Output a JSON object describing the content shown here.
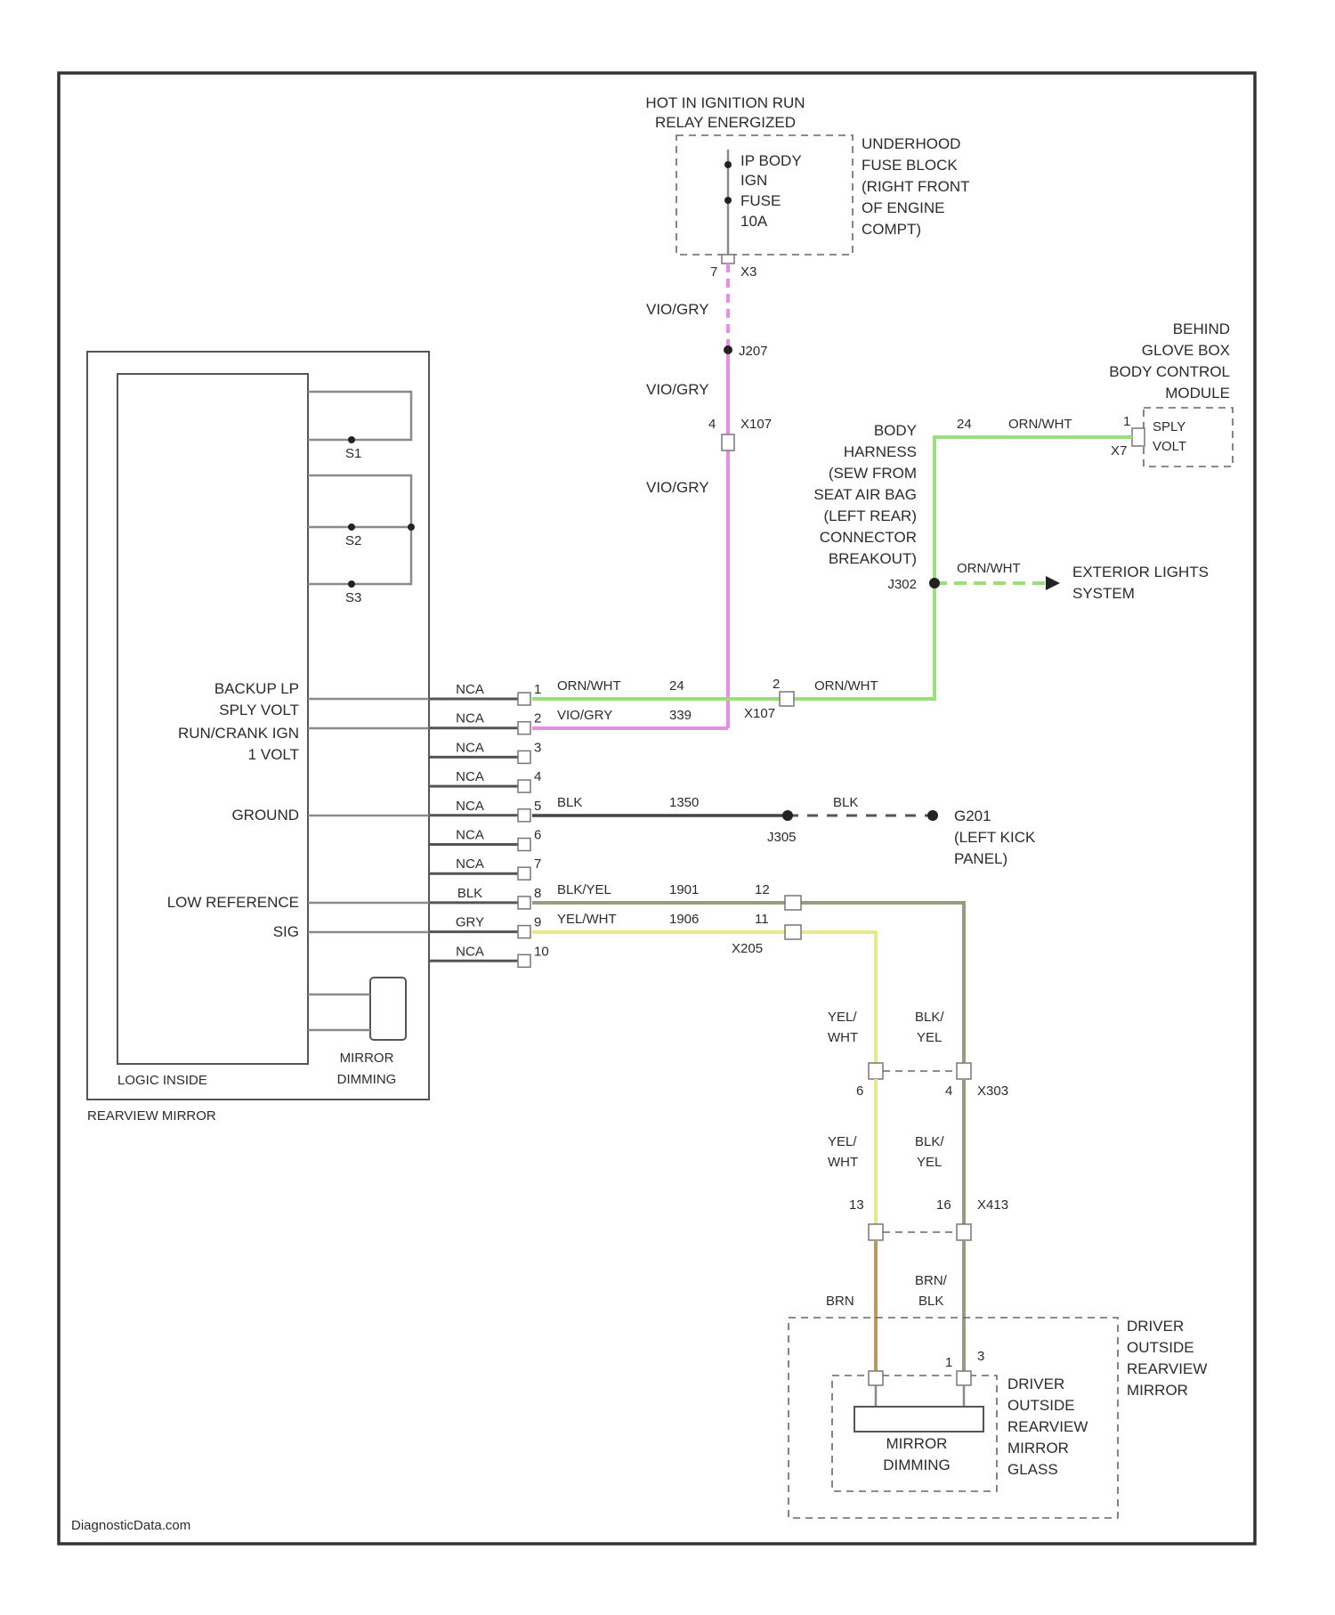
{
  "power": {
    "title_line1": "HOT IN IGNITION RUN",
    "title_line2": "RELAY ENERGIZED",
    "fuse_line1": "IP BODY",
    "fuse_line2": "IGN",
    "fuse_line3": "FUSE",
    "fuse_line4": "10A",
    "block_line1": "UNDERHOOD",
    "block_line2": "FUSE BLOCK",
    "block_line3": "(RIGHT FRONT",
    "block_line4": "OF ENGINE",
    "block_line5": "COMPT)",
    "pin": "7",
    "connector": "X3"
  },
  "pink_wire": {
    "color1": "VIO/GRY",
    "splice": "J207",
    "color2": "VIO/GRY",
    "pin": "4",
    "connector": "X107",
    "color3": "VIO/GRY"
  },
  "bcm": {
    "line1": "BEHIND",
    "line2": "GLOVE BOX",
    "line3": "BODY CONTROL",
    "line4": "MODULE",
    "pin_top": "1",
    "pin_label1": "SPLY",
    "pin_label2": "VOLT",
    "connector": "X7",
    "circuit": "24",
    "wire_color": "ORN/WHT"
  },
  "harness": {
    "line1": "BODY",
    "line2": "HARNESS",
    "line3": "(SEW FROM",
    "line4": "SEAT AIR BAG",
    "line5": "(LEFT REAR)",
    "line6": "CONNECTOR",
    "line7": "BREAKOUT)",
    "splice": "J302",
    "ext_wire": "ORN/WHT",
    "ext_line1": "EXTERIOR LIGHTS",
    "ext_line2": "SYSTEM"
  },
  "mirror": {
    "logic_label": "LOGIC INSIDE",
    "dimming_label1": "MIRROR",
    "dimming_label2": "DIMMING",
    "title": "REARVIEW MIRROR",
    "sw_labels": [
      "S1",
      "S2",
      "S3"
    ],
    "fn_backup1": "BACKUP LP",
    "fn_backup2": "SPLY VOLT",
    "fn_run1": "RUN/CRANK IGN",
    "fn_run2": "1 VOLT",
    "fn_ground": "GROUND",
    "fn_lowref": "LOW REFERENCE",
    "fn_sig": "SIG"
  },
  "pins": [
    {
      "label": "NCA",
      "num": "1"
    },
    {
      "label": "NCA",
      "num": "2"
    },
    {
      "label": "NCA",
      "num": "3"
    },
    {
      "label": "NCA",
      "num": "4"
    },
    {
      "label": "NCA",
      "num": "5"
    },
    {
      "label": "NCA",
      "num": "6"
    },
    {
      "label": "NCA",
      "num": "7"
    },
    {
      "label": "BLK",
      "num": "8"
    },
    {
      "label": "GRY",
      "num": "9"
    },
    {
      "label": "NCA",
      "num": "10"
    }
  ],
  "row1": {
    "color": "ORN/WHT",
    "circuit": "24",
    "pin": "2",
    "color2": "ORN/WHT",
    "connector": "X107"
  },
  "row2": {
    "color": "VIO/GRY",
    "circuit": "339"
  },
  "ground": {
    "color": "BLK",
    "circuit": "1350",
    "splice": "J305",
    "color2": "BLK",
    "point": "G201",
    "loc1": "(LEFT KICK",
    "loc2": "PANEL)"
  },
  "row8": {
    "color": "BLK/YEL",
    "circuit": "1901",
    "pin": "12"
  },
  "row9": {
    "color": "YEL/WHT",
    "circuit": "1906",
    "pin": "11",
    "connector": "X205"
  },
  "lower": {
    "left_color1a": "YEL/",
    "left_color1b": "WHT",
    "right_color1a": "BLK/",
    "right_color1b": "YEL",
    "pin_l1": "6",
    "pin_r1": "4",
    "conn1": "X303",
    "left_color2a": "YEL/",
    "left_color2b": "WHT",
    "right_color2a": "BLK/",
    "right_color2b": "YEL",
    "pin_l2": "13",
    "pin_r2": "16",
    "conn2": "X413",
    "left_color3": "BRN",
    "right_color3a": "BRN/",
    "right_color3b": "BLK",
    "pin_a": "1",
    "pin_b": "3"
  },
  "outside_mirror": {
    "outer1": "DRIVER",
    "outer2": "OUTSIDE",
    "outer3": "REARVIEW",
    "outer4": "MIRROR",
    "inner1": "DRIVER",
    "inner2": "OUTSIDE",
    "inner3": "REARVIEW",
    "inner4": "MIRROR",
    "inner5": "GLASS",
    "dim1": "MIRROR",
    "dim2": "DIMMING"
  },
  "watermark": "DiagnosticData.com"
}
